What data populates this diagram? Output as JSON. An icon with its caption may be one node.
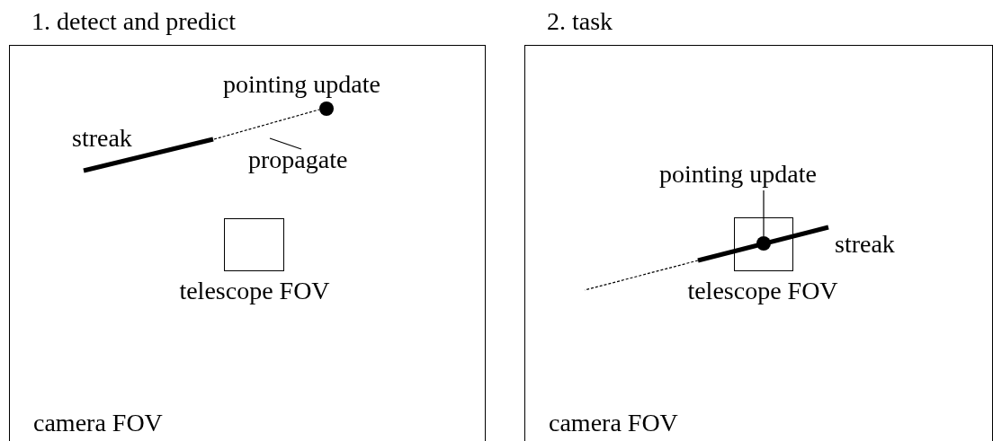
{
  "diagram": {
    "nodes": [
      {
        "text": [
          "1. detect and predict",
          "camera FOV"
        ]
      },
      {
        "text": [],
        "shape": "circle",
        "beside": [
          "pointing update"
        ],
        "in": 0
      },
      {
        "text": [
          "streak"
        ],
        "in": 0
      },
      {
        "text": [
          "propagate"
        ],
        "in": 0
      },
      {
        "text": [
          "telescope FOV"
        ],
        "in": 0
      },
      {
        "text": [
          "2. task",
          "camera FOV"
        ]
      },
      {
        "text": [
          "pointing update"
        ],
        "in": 5
      },
      {
        "text": [
          "telescope FOV"
        ],
        "in": 5
      },
      {
        "text": [
          "streak"
        ],
        "in": 5
      },
      {
        "text": [],
        "shape": "circle"
      }
    ],
    "edges": [
      {
        "from": 2,
        "to": 1,
        "arrow": "none",
        "style": "dashed"
      },
      {
        "from": 3,
        "to": null,
        "arrow": "none"
      },
      {
        "from": 6,
        "to": 9,
        "arrow": "none"
      },
      {
        "from": 8,
        "to": null,
        "arrow": "none",
        "style": "dashed"
      }
    ]
  }
}
